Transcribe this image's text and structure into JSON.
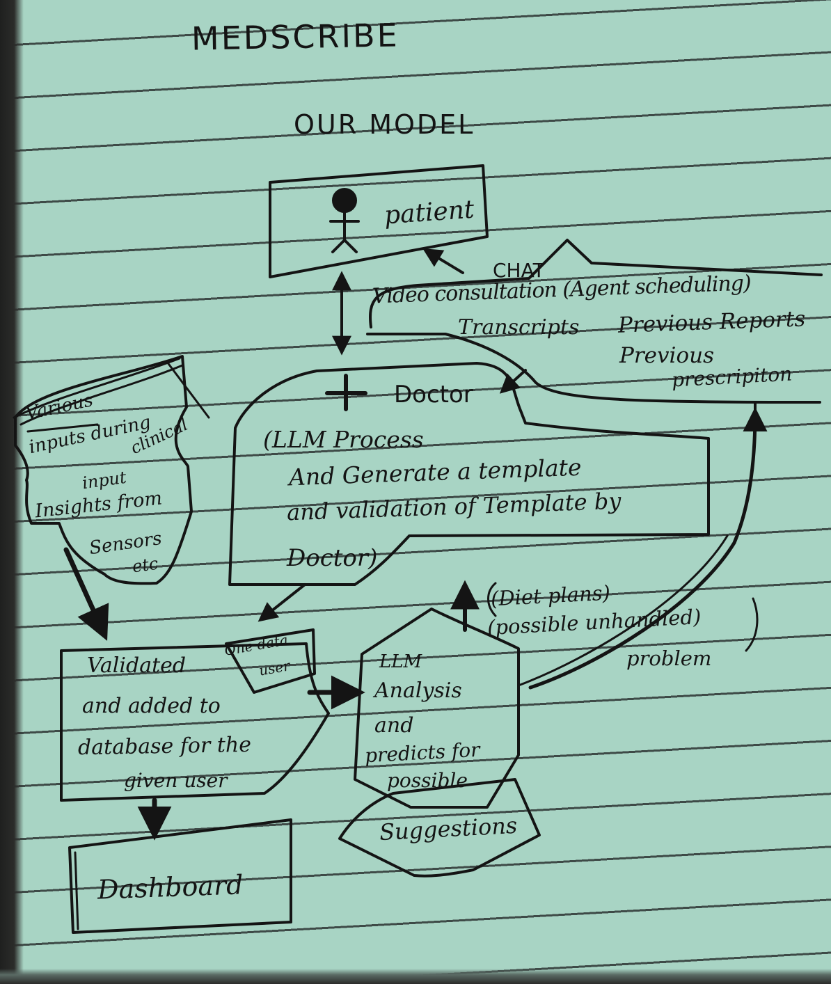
{
  "title": "MEDSCRIBE",
  "subtitle": "OUR MODEL",
  "patient": {
    "label": "patient"
  },
  "channels": {
    "chat": "CHAT",
    "video": "Video consultation (Agent scheduling)",
    "transcripts": "Transcripts",
    "previous_reports": "Previous Reports",
    "previous": "Previous",
    "prescription": "prescripiton"
  },
  "doctor": {
    "label": "Doctor",
    "process_lines": [
      "(LLM Process",
      "And Generate a template",
      "and validation of Template by",
      "Doctor)"
    ]
  },
  "inputs": {
    "lines": [
      "Various",
      "inputs during",
      "clinical",
      "input"
    ],
    "sensor_lines": [
      "Insights from",
      "Sensors",
      "etc"
    ]
  },
  "database": {
    "lines": [
      "Validated",
      "and added to",
      "database for the",
      "given user"
    ],
    "badge_lines": [
      "One data",
      "user"
    ]
  },
  "analysis": {
    "lines": [
      "LLM",
      "Analysis",
      "and",
      "predicts for",
      "possible"
    ],
    "suggestions": "Suggestions"
  },
  "diet": {
    "lines": [
      "(Diet plans)",
      "(possible unhandled)",
      "problem"
    ]
  },
  "dashboard": {
    "label": "Dashboard"
  },
  "colors": {
    "paper": "#a8d4c4",
    "ink": "#141414",
    "rule": "#3e4a47"
  }
}
